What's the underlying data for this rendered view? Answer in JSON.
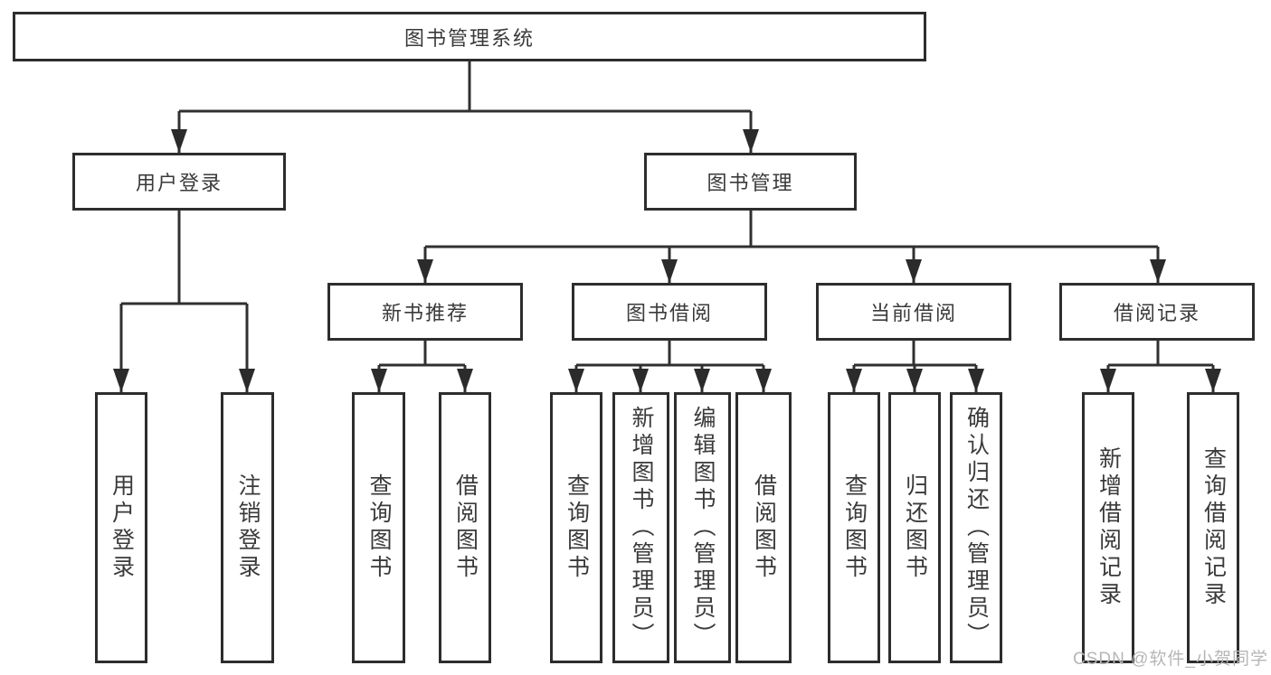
{
  "diagram": {
    "title": "图书管理系统",
    "watermark": "CSDN @软件_小贺同学",
    "colors": {
      "line": "#303030",
      "box_border": "#2d2d2d",
      "text": "#3a3a3a",
      "watermark": "#b6b6b6",
      "background": "#ffffff"
    },
    "nodes": {
      "root": {
        "label": "图书管理系统"
      },
      "login": {
        "label": "用户登录"
      },
      "mgmt": {
        "label": "图书管理"
      },
      "rec": {
        "label": "新书推荐"
      },
      "borrow": {
        "label": "图书借阅"
      },
      "current": {
        "label": "当前借阅"
      },
      "records": {
        "label": "借阅记录"
      },
      "login_user": {
        "label": "用户登录"
      },
      "login_logout": {
        "label": "注销登录"
      },
      "rec_query": {
        "label": "查询图书"
      },
      "rec_borrow": {
        "label": "借阅图书"
      },
      "borrow_query": {
        "label": "查询图书"
      },
      "borrow_add": {
        "label": "新增图书（管理员）"
      },
      "borrow_edit": {
        "label": "编辑图书（管理员）"
      },
      "borrow_borrow": {
        "label": "借阅图书"
      },
      "current_query": {
        "label": "查询图书"
      },
      "current_return": {
        "label": "归还图书"
      },
      "current_confirm": {
        "label": "确认归还（管理员）"
      },
      "records_add": {
        "label": "新增借阅记录"
      },
      "records_query": {
        "label": "查询借阅记录"
      }
    },
    "edges": [
      [
        "root",
        "login"
      ],
      [
        "root",
        "mgmt"
      ],
      [
        "login",
        "login_user"
      ],
      [
        "login",
        "login_logout"
      ],
      [
        "mgmt",
        "rec"
      ],
      [
        "mgmt",
        "borrow"
      ],
      [
        "mgmt",
        "current"
      ],
      [
        "mgmt",
        "records"
      ],
      [
        "rec",
        "rec_query"
      ],
      [
        "rec",
        "rec_borrow"
      ],
      [
        "borrow",
        "borrow_query"
      ],
      [
        "borrow",
        "borrow_add"
      ],
      [
        "borrow",
        "borrow_edit"
      ],
      [
        "borrow",
        "borrow_borrow"
      ],
      [
        "current",
        "current_query"
      ],
      [
        "current",
        "current_return"
      ],
      [
        "current",
        "current_confirm"
      ],
      [
        "records",
        "records_add"
      ],
      [
        "records",
        "records_query"
      ]
    ]
  }
}
